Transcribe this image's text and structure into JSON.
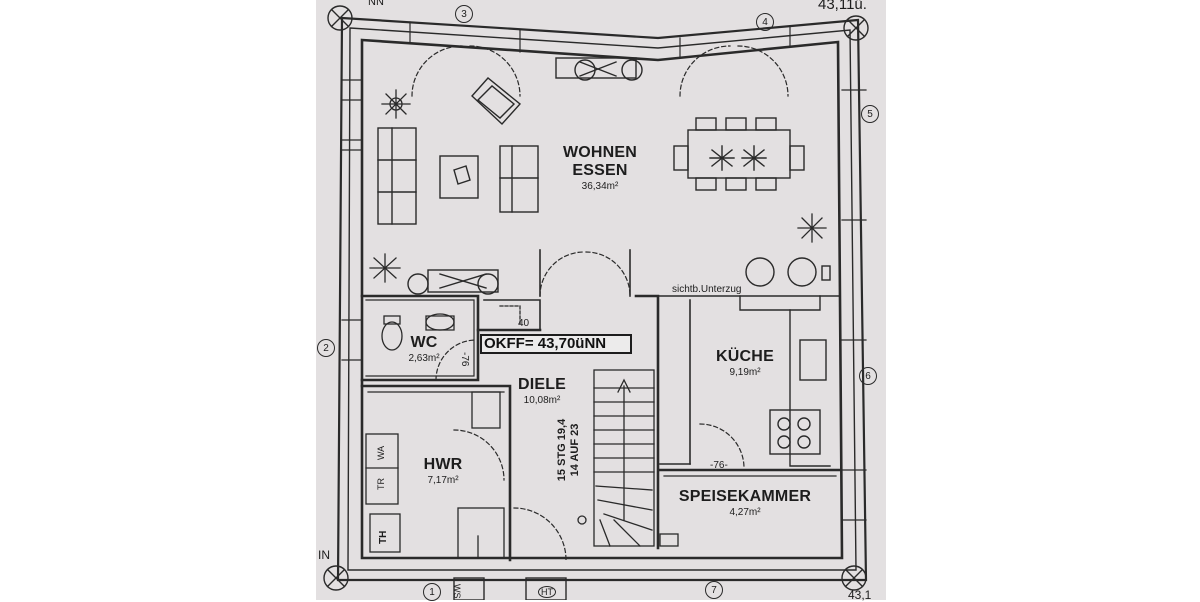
{
  "plan": {
    "rooms": [
      {
        "id": "wohnen",
        "name": "WOHNEN",
        "name2": "ESSEN",
        "area": "36,34m²"
      },
      {
        "id": "wc",
        "name": "WC",
        "area": "2,63m²"
      },
      {
        "id": "diele",
        "name": "DIELE",
        "area": "10,08m²"
      },
      {
        "id": "kueche",
        "name": "KÜCHE",
        "area": "9,19m²"
      },
      {
        "id": "hwr",
        "name": "HWR",
        "area": "7,17m²"
      },
      {
        "id": "speisekammer",
        "name": "SPEISEKAMMER",
        "area": "4,27m²"
      }
    ],
    "floor_level": "OKFF= 43,70üNN",
    "stairs": {
      "line1": "15 STG 19,4",
      "line2": "14 AUF 23"
    },
    "notes": {
      "beam": "sichtb.Unterzug",
      "door_width_pantry": "-76-",
      "door_width_wc": "-76",
      "niche": "40",
      "top_right_level": "43,11ü.",
      "bottom_right_level": "43,1",
      "top_left_partial": "NN",
      "left_partial": "IN",
      "ws_mark": "WS",
      "ht_mark": "HT",
      "tr_mark": "TR",
      "wa_mark": "WA",
      "th_mark": "TH"
    },
    "axes": [
      "1",
      "2",
      "3",
      "4",
      "5",
      "6",
      "7"
    ],
    "colors": {
      "paper": "#e3e0e1",
      "ink": "#2a2a2a"
    }
  }
}
